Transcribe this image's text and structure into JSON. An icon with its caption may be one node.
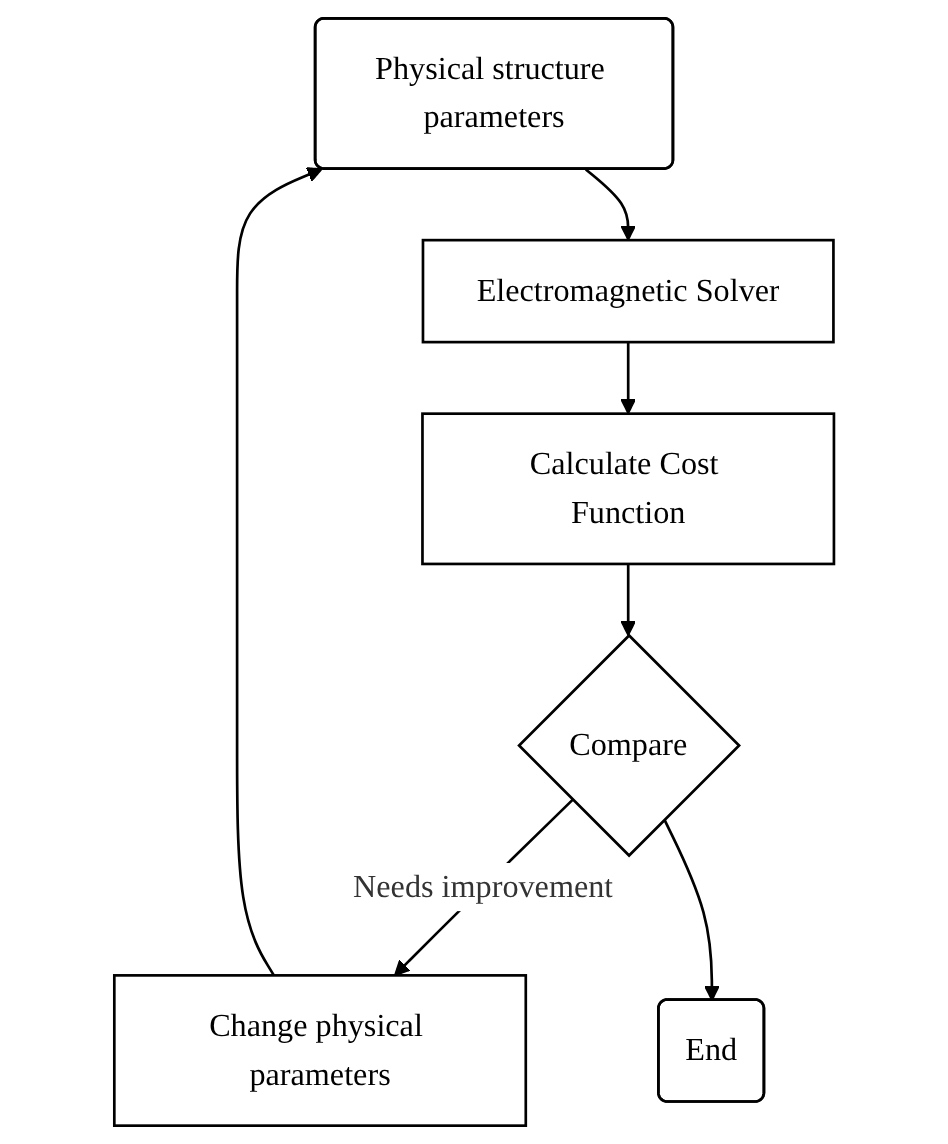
{
  "diagram": {
    "nodes": [
      {
        "text": [
          "Physical structure parameters"
        ]
      },
      {
        "text": [
          "Change physical parameters"
        ]
      },
      {
        "text": [
          "Electromagnetic Solver"
        ]
      },
      {
        "text": [
          "Calculate Cost Function"
        ]
      },
      {
        "text": [
          "Compare"
        ]
      },
      {
        "text": [
          "End"
        ]
      }
    ],
    "edges": [
      {
        "from": 0,
        "to": 2,
        "arrow": "to"
      },
      {
        "from": 2,
        "to": 3,
        "arrow": "to"
      },
      {
        "from": 3,
        "to": 4,
        "arrow": "to"
      },
      {
        "from": 4,
        "to": 1,
        "arrow": "to",
        "label": "Needs improvement"
      },
      {
        "from": 1,
        "to": 0,
        "arrow": "to"
      },
      {
        "from": 4,
        "to": 5,
        "arrow": "to"
      }
    ]
  }
}
